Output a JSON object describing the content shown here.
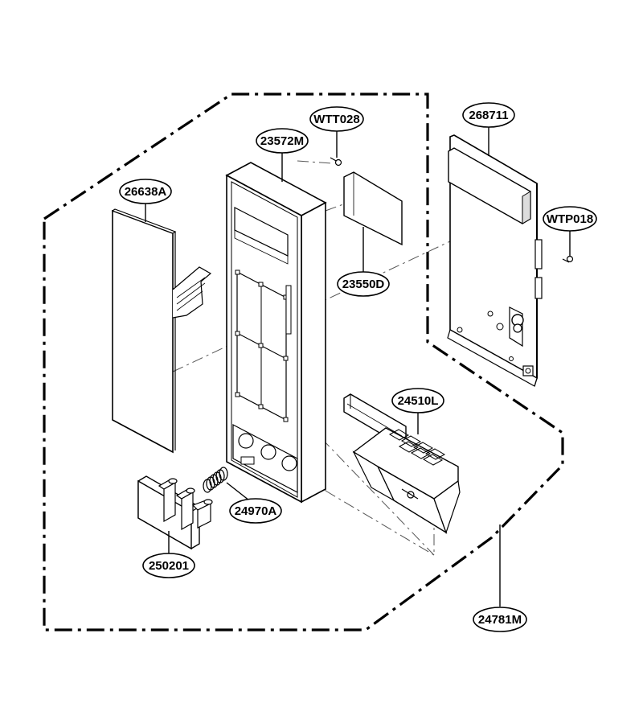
{
  "diagram": {
    "stroke_color": "#000000",
    "detail_color": "#444444",
    "background": "#ffffff",
    "callouts": {
      "p26638A": "26638A",
      "p23572M": "23572M",
      "pWTT028": "WTT028",
      "p23550D": "23550D",
      "p268711": "268711",
      "pWTP018": "WTP018",
      "p24510L": "24510L",
      "p24970A": "24970A",
      "p250201": "250201",
      "p24781M": "24781M"
    }
  }
}
